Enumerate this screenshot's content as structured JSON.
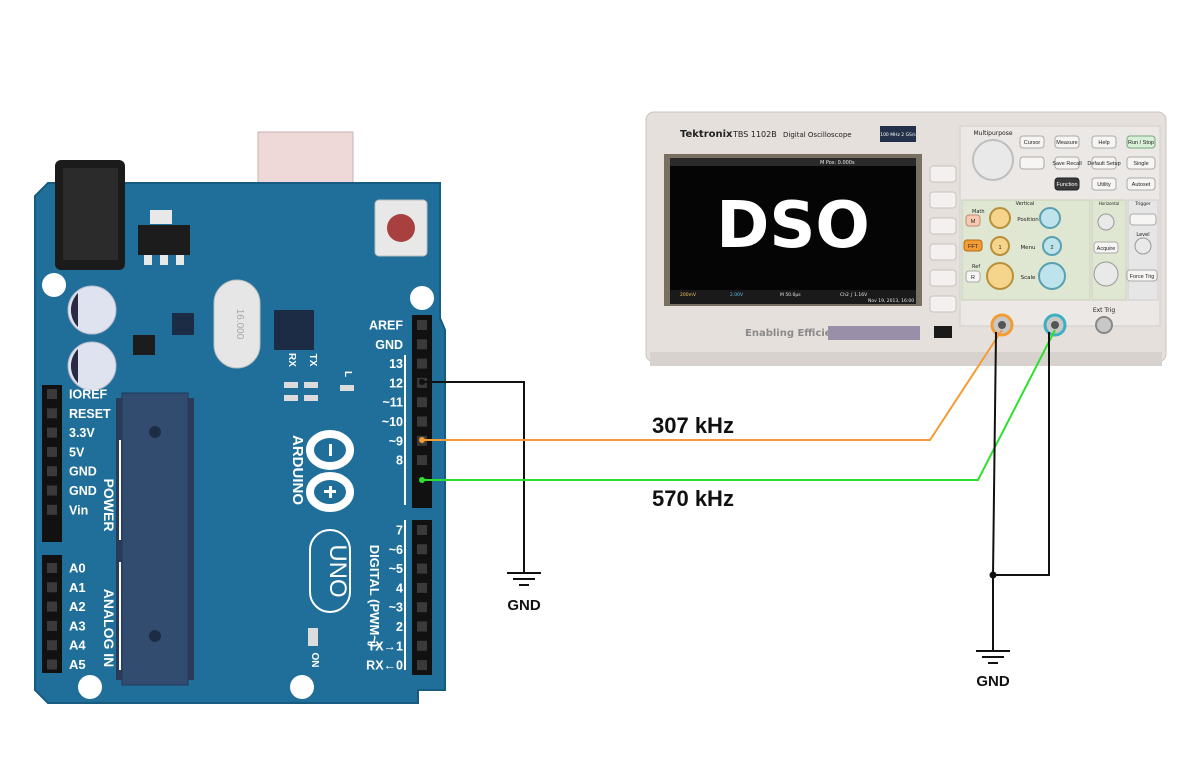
{
  "arduino": {
    "right_header_top": [
      "AREF",
      "GND",
      "13",
      "12",
      "~11",
      "~10",
      "~9",
      "8"
    ],
    "right_header_bottom": [
      "7",
      "~6",
      "~5",
      "4",
      "~3",
      "2",
      "TX→1",
      "RX←0"
    ],
    "power_pins": [
      "IOREF",
      "RESET",
      "3.3V",
      "5V",
      "GND",
      "GND",
      "Vin"
    ],
    "analog_pins": [
      "A0",
      "A1",
      "A2",
      "A3",
      "A4",
      "A5"
    ],
    "power_label": "POWER",
    "analog_label": "ANALOG IN",
    "digital_label": "DIGITAL (PWM~)",
    "brand": "ARDUINO",
    "model": "UNO",
    "crystal": "16.000",
    "led_rx": "RX",
    "led_tx": "TX",
    "led_l": "L",
    "led_on": "ON"
  },
  "scope": {
    "brand": "Tektronix",
    "model": "TBS 1102B",
    "subtitle": "Digital Oscilloscope",
    "spec": "100 MHz\n2 GS/s",
    "screen_label": "DSO",
    "footer_left": "Enabling Efficiency",
    "status_mpos": "M Pos: 0.000s",
    "status_ch1": "200mV",
    "status_ch2": "2.00V",
    "status_m": "M 50.0μs",
    "status_ch2b": "Ch2 ∫ 1.16V",
    "status_date": "Nov 19, 2013, 16:00",
    "knob_multipurpose": "Multipurpose",
    "lbl_vertical": "Vertical",
    "lbl_horizontal": "Horizontal",
    "lbl_trigger": "Trigger",
    "lbl_position": "Position",
    "lbl_scale": "Scale",
    "lbl_menu": "Menu",
    "lbl_math": "Math",
    "lbl_ref": "Ref",
    "lbl_level": "Level",
    "lbl_ext_trig": "Ext Trig",
    "buttons": {
      "cursor": "Cursor",
      "measure": "Measure",
      "help": "Help",
      "run_stop": "Run / Stop",
      "save_recall": "Save Recall",
      "default_setup": "Default Setup",
      "single": "Single",
      "function": "Function",
      "utility": "Utility",
      "autoset": "Autoset",
      "acquire": "Acquire",
      "force_trig": "Force Trig",
      "fft": "FFT",
      "ch1": "1",
      "ch2": "2",
      "m": "M",
      "r": "R"
    }
  },
  "annotations": {
    "freq_orange": "307 kHz",
    "freq_green": "570 kHz",
    "gnd_left": "GND",
    "gnd_right": "GND"
  },
  "colors": {
    "board": "#1f6f9a",
    "wire_orange": "#f39c34",
    "wire_green": "#2ee02e",
    "wire_black": "#111111"
  }
}
